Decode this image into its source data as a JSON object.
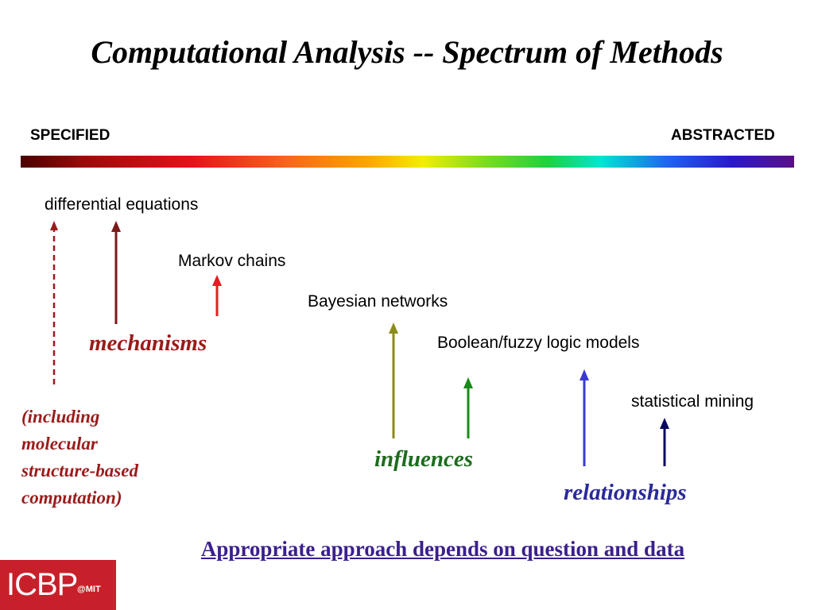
{
  "slide": {
    "title": "Computational Analysis -- Spectrum of Methods",
    "spectrum_left_label": "SPECIFIED",
    "spectrum_right_label": "ABSTRACTED"
  },
  "methods": {
    "differential_equations": "differential equations",
    "markov_chains": "Markov chains",
    "bayesian_networks": "Bayesian networks",
    "boolean_fuzzy": "Boolean/fuzzy logic models",
    "statistical_mining": "statistical mining"
  },
  "categories": {
    "mechanisms": "mechanisms",
    "influences": "influences",
    "relationships": "relationships"
  },
  "note": {
    "line1": "(including",
    "line2": "molecular",
    "line3": "structure-based",
    "line4": "computation)"
  },
  "conclusion": "Appropriate approach depends on question and data",
  "logo": {
    "main": "ICBP",
    "sub": "@MIT"
  },
  "colors": {
    "mechanisms": "#9b1b1b",
    "influences": "#1e6b1e",
    "relationships": "#2a2a9a",
    "dashed_arrow": "#9b1b1b",
    "diffeq_arrow": "#7a1a1a",
    "markov_arrow": "#e02020",
    "bayes_arrow": "#8c8c1a",
    "boolean_arrow": "#1a8a1a",
    "relationships_arrow": "#3a3ad0",
    "mining_arrow": "#0a0a60",
    "conclusion": "#3b1f8c",
    "logo_bg": "#c8202a"
  }
}
